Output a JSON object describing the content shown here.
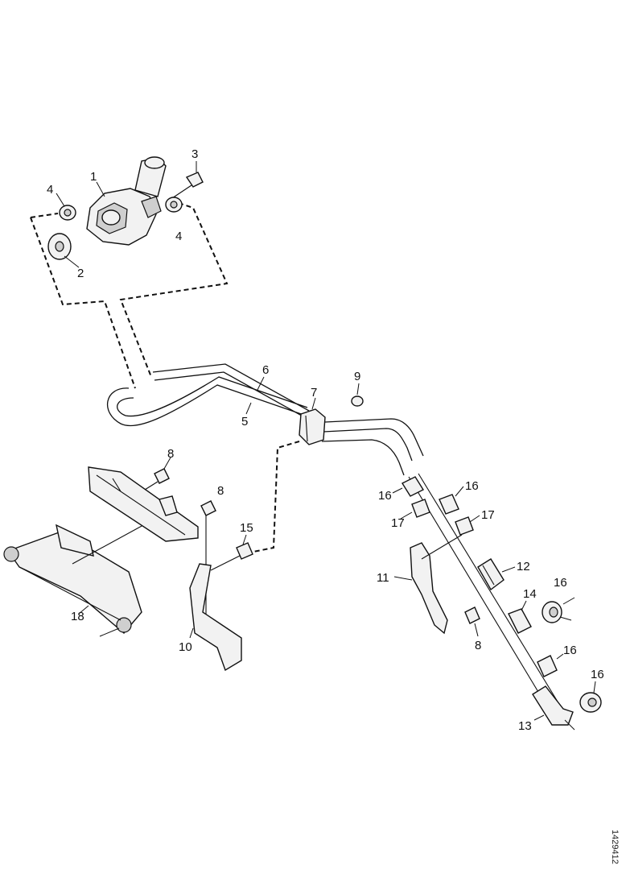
{
  "callouts": {
    "c1": "1",
    "c2": "2",
    "c3": "3",
    "c4a": "4",
    "c4b": "4",
    "c5": "5",
    "c6": "6",
    "c7": "7",
    "c8a": "8",
    "c8b": "8",
    "c8c": "8",
    "c9": "9",
    "c10": "10",
    "c11": "11",
    "c12": "12",
    "c13": "13",
    "c14": "14",
    "c15": "15",
    "c16a": "16",
    "c16b": "16",
    "c16c": "16",
    "c16d": "16",
    "c16e": "16",
    "c17a": "17",
    "c17b": "17",
    "c18": "18"
  },
  "reference_code": "1429412"
}
